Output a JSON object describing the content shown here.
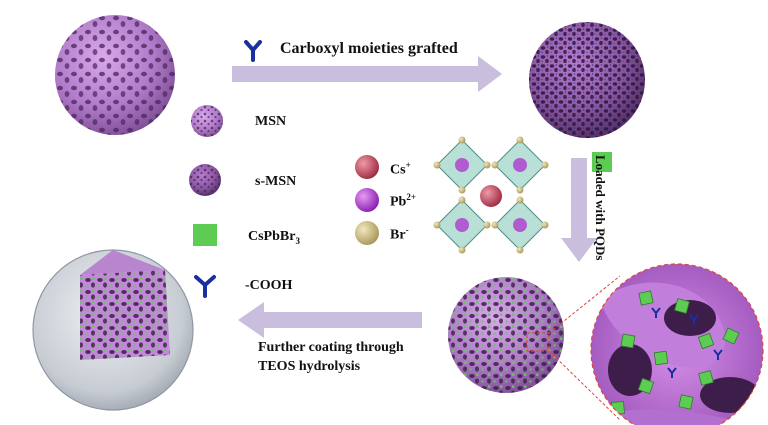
{
  "labels": {
    "top_arrow": "Carboxyl moieties grafted",
    "right_arrow": "Loaded with PQDs",
    "bottom_arrow_line1": "Further coating through",
    "bottom_arrow_line2": "TEOS hydrolysis"
  },
  "legend": {
    "msn": "MSN",
    "smsn": "s-MSN",
    "cspbbr3_base": "CsPbBr",
    "cspbbr3_sub": "3",
    "cooh": "-COOH"
  },
  "ions": {
    "cs_base": "Cs",
    "cs_sup": "+",
    "pb_base": "Pb",
    "pb_sup": "2+",
    "br_base": "Br",
    "br_sup": "-"
  },
  "colors": {
    "msn_purple": "#b87fd0",
    "msn_dark": "#5a2f6e",
    "arrow": "#c9bedd",
    "cspbbr3_green": "#5ccd52",
    "cooh_blue": "#1a2fa0",
    "cs_red": "#c0465c",
    "pb_magenta": "#b03ad1",
    "br_khaki": "#c9b97a",
    "octahedron_teal": "#7fc7b4",
    "shell_grey": "#c9cdd3",
    "zoom_ring": "#e0453a"
  }
}
